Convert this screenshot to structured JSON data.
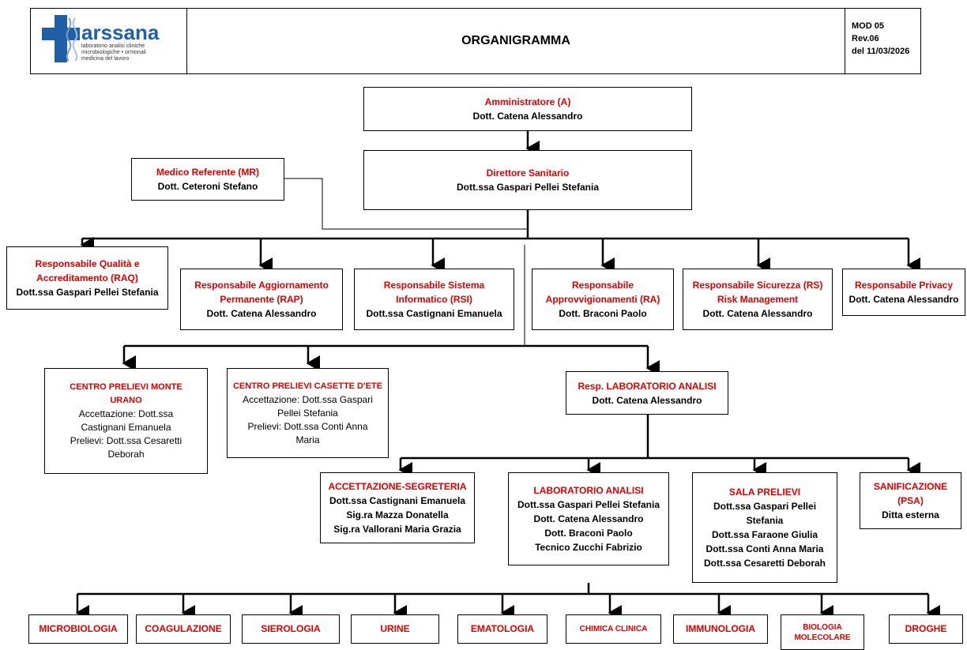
{
  "header": {
    "logo": {
      "brand": "arssana",
      "tagline": [
        "laboratorio analisi cliniche",
        "microbiologiche • ormonali",
        "medicina del lavoro"
      ]
    },
    "title": "ORGANIGRAMMA",
    "mod": "MOD 05",
    "rev": "Rev.06",
    "date": "del 11/03/2026"
  },
  "nodes": {
    "admin": {
      "role": "Amministratore (A)",
      "name": "Dott. Catena Alessandro"
    },
    "director": {
      "role": "Direttore Sanitario",
      "name": "Dott.ssa Gaspari Pellei Stefania"
    },
    "medico": {
      "role": "Medico Referente (MR)",
      "name": "Dott. Ceteroni Stefano"
    },
    "raq": {
      "role1": "Responsabile Qualità e",
      "role2": "Accreditamento (RAQ)",
      "name": "Dott.ssa Gaspari Pellei Stefania"
    },
    "rap": {
      "role1": "Responsabile Aggiornamento",
      "role2": "Permanente (RAP)",
      "name": "Dott. Catena Alessandro"
    },
    "rsi": {
      "role1": "Responsabile Sistema",
      "role2": "Informatico (RSI)",
      "name": "Dott.ssa Castignani Emanuela"
    },
    "ra": {
      "role1": "Responsabile",
      "role2": "Approvvigionamenti (RA)",
      "name": "Dott. Braconi Paolo"
    },
    "rs": {
      "role1": "Responsabile Sicurezza (RS)",
      "role2": "Risk Management",
      "name": "Dott. Catena Alessandro"
    },
    "privacy": {
      "role": "Responsabile Privacy",
      "name": "Dott. Catena Alessandro"
    },
    "monte": {
      "title1": "CENTRO PRELIEVI MONTE",
      "title2": "URANO",
      "l1": "Accettazione: Dott.ssa",
      "l2": "Castignani Emanuela",
      "l3": "Prelievi: Dott.ssa Cesaretti",
      "l4": "Deborah"
    },
    "casette": {
      "title": "CENTRO PRELIEVI CASETTE D'ETE",
      "l1": "Accettazione: Dott.ssa Gaspari",
      "l2": "Pellei Stefania",
      "l3": "Prelievi: Dott.ssa Conti Anna",
      "l4": "Maria"
    },
    "resplab": {
      "role": "Resp.  LABORATORIO ANALISI",
      "name": "Dott. Catena Alessandro"
    },
    "accett": {
      "role": "ACCETTAZIONE-SEGRETERIA",
      "l1": "Dott.ssa Castignani Emanuela",
      "l2": "Sig.ra Mazza Donatella",
      "l3": "Sig.ra Vallorani Maria Grazia"
    },
    "lab": {
      "role": "LABORATORIO ANALISI",
      "l1": "Dott.ssa Gaspari Pellei Stefania",
      "l2": "Dott. Catena Alessandro",
      "l3": "Dott. Braconi Paolo",
      "l4": "Tecnico Zucchi Fabrizio"
    },
    "sala": {
      "role": "SALA PRELIEVI",
      "l1": "Dott.ssa Gaspari Pellei",
      "l2": "Stefania",
      "l3": "Dott.ssa Faraone Giulia",
      "l4": "Dott.ssa Conti Anna Maria",
      "l5": "Dott.ssa Cesaretti Deborah"
    },
    "sanif": {
      "role1": "SANIFICAZIONE",
      "role2": "(PSA)",
      "name": "Ditta esterna"
    }
  },
  "sections": [
    "MICROBIOLOGIA",
    "COAGULAZIONE",
    "SIEROLOGIA",
    "URINE",
    "EMATOLOGIA",
    "CHIMICA CLINICA",
    "IMMUNOLOGIA",
    "BIOLOGIA MOLECOLARE",
    "DROGHE"
  ],
  "colors": {
    "role": "#e00000",
    "text": "#000000",
    "logo_blue": "#1f5fa8"
  }
}
